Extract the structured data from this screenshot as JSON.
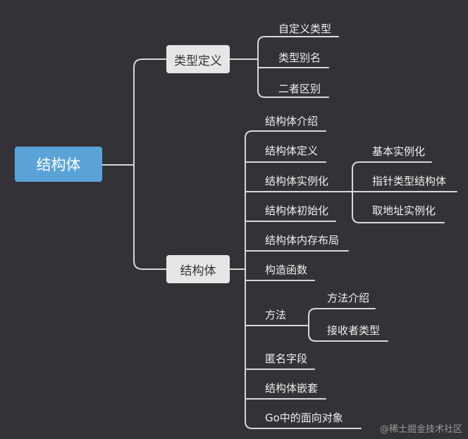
{
  "root": {
    "label": "结构体"
  },
  "branches": [
    {
      "label": "类型定义",
      "children": [
        {
          "label": "自定义类型"
        },
        {
          "label": "类型别名"
        },
        {
          "label": "二者区别"
        }
      ]
    },
    {
      "label": "结构体",
      "children": [
        {
          "label": "结构体介绍"
        },
        {
          "label": "结构体定义"
        },
        {
          "label": "结构体实例化",
          "children": [
            {
              "label": "基本实例化"
            },
            {
              "label": "指针类型结构体"
            },
            {
              "label": "取地址实例化"
            }
          ]
        },
        {
          "label": "结构体初始化"
        },
        {
          "label": "结构体内存布局"
        },
        {
          "label": "构造函数"
        },
        {
          "label": "方法",
          "children": [
            {
              "label": "方法介绍"
            },
            {
              "label": "接收者类型"
            }
          ]
        },
        {
          "label": "匿名字段"
        },
        {
          "label": "结构体嵌套"
        },
        {
          "label": "Go中的面向对象"
        }
      ]
    }
  ],
  "watermark": "@稀土掘金技术社区",
  "colors": {
    "background": "#333337",
    "root_fill": "#5aa3d8",
    "branch_fill": "#e6e6e6",
    "connector": "#d8d8d8"
  }
}
